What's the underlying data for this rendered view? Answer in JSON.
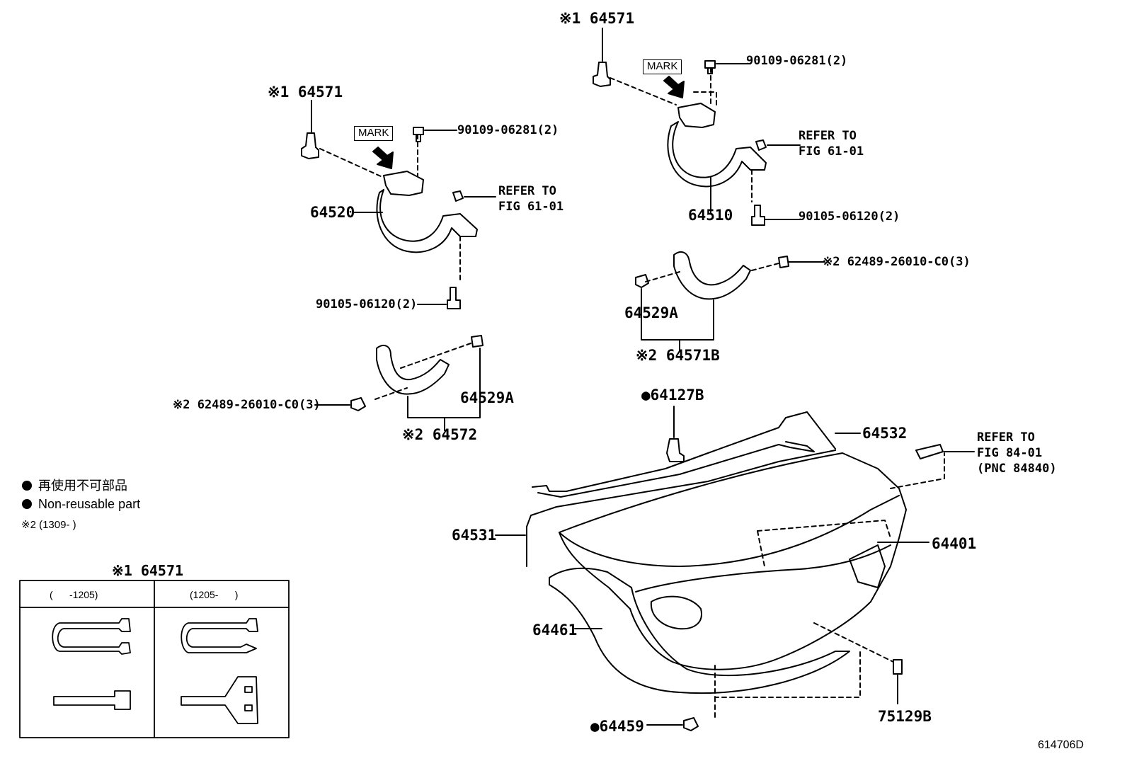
{
  "labels": {
    "hinge_rh_clip_top": "※1 64571",
    "hinge_rh_mark": "MARK",
    "hinge_rh_bolt_top": "90109-06281(2)",
    "hinge_rh_refer": "REFER TO",
    "hinge_rh_refer_fig": "FIG 61-01",
    "hinge_rh_part": "64510",
    "hinge_rh_bolt_bottom": "90105-06120(2)",
    "hinge_rh_clip2": "※2 62489-26010-C0(3)",
    "hinge_rh_cover_a": "64529A",
    "hinge_rh_cover_b": "※2 64571B",
    "hinge_lh_clip_top": "※1 64571",
    "hinge_lh_mark": "MARK",
    "hinge_lh_bolt_top": "90109-06281(2)",
    "hinge_lh_refer": "REFER TO",
    "hinge_lh_refer_fig": "FIG 61-01",
    "hinge_lh_part": "64520",
    "hinge_lh_bolt_bottom": "90105-06120(2)",
    "hinge_lh_clip2": "※2 62489-26010-C0(3)",
    "hinge_lh_cover_a": "64529A",
    "hinge_lh_cover_b": "※2 64572",
    "stopper": "●64127B",
    "torsion_bar": "64532",
    "refer_light_1": "REFER TO",
    "refer_light_2": "FIG 84-01",
    "refer_light_3": "(PNC 84840)",
    "torsion_rod": "64531",
    "lid": "64401",
    "weatherstrip": "64461",
    "grommet": "●64459",
    "cushion": "75129B"
  },
  "legend": {
    "jp": "再使用不可部品",
    "en": "Non-reusable part",
    "note2": "※2 (1309-        )"
  },
  "inset": {
    "title": "※1 64571",
    "col_left": "(      -1205)",
    "col_right": "(1205-      )"
  },
  "figure_code": "614706D"
}
